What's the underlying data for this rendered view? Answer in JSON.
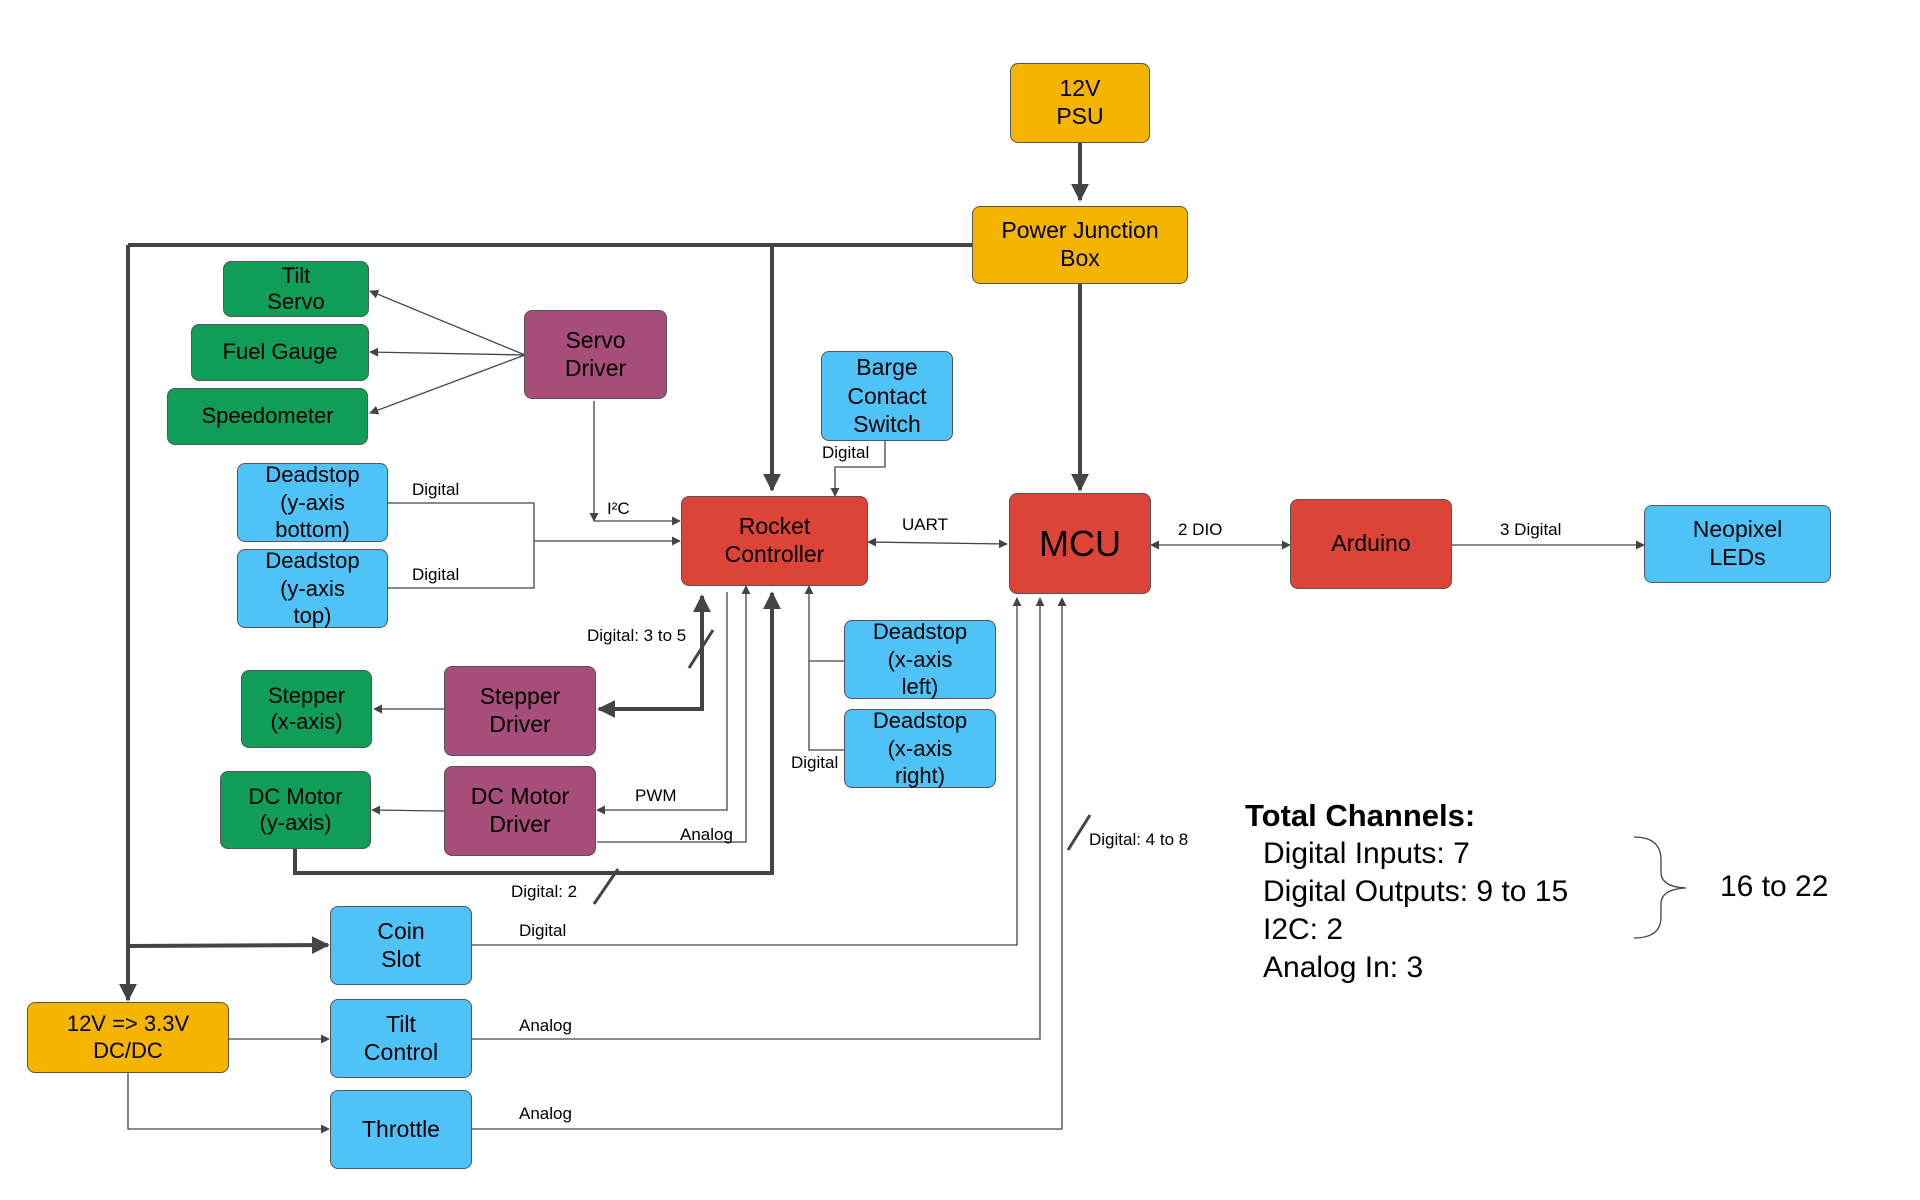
{
  "blocks": {
    "psu": "12V\nPSU",
    "power_junction": "Power Junction\nBox",
    "tilt_servo": "Tilt\nServo",
    "fuel_gauge": "Fuel Gauge",
    "speedometer": "Speedometer",
    "servo_driver": "Servo\nDriver",
    "barge_switch": "Barge\nContact\nSwitch",
    "deadstop_y_bottom": "Deadstop\n(y-axis\nbottom)",
    "deadstop_y_top": "Deadstop\n(y-axis\ntop)",
    "rocket_controller": "Rocket\nController",
    "mcu": "MCU",
    "arduino": "Arduino",
    "neopixel": "Neopixel\nLEDs",
    "deadstop_x_left": "Deadstop\n(x-axis\nleft)",
    "deadstop_x_right": "Deadstop\n(x-axis\nright)",
    "stepper": "Stepper\n(x-axis)",
    "stepper_driver": "Stepper\nDriver",
    "dc_motor": "DC Motor\n(y-axis)",
    "dc_motor_driver": "DC Motor\nDriver",
    "coin_slot": "Coin\nSlot",
    "dcdc": "12V => 3.3V\nDC/DC",
    "tilt_control": "Tilt\nControl",
    "throttle": "Throttle"
  },
  "labels": {
    "barge_digital": "Digital",
    "ybottom_digital": "Digital",
    "ytop_digital": "Digital",
    "i2c": "I²C",
    "uart": "UART",
    "dio": "2 DIO",
    "three_digital": "3 Digital",
    "digital_3_to_5": "Digital: 3 to 5",
    "xaxis_digital": "Digital",
    "pwm": "PWM",
    "analog_dc": "Analog",
    "digital_2": "Digital: 2",
    "digital_4_to_8": "Digital: 4 to 8",
    "coin_digital": "Digital",
    "tilt_analog": "Analog",
    "throttle_analog": "Analog"
  },
  "summary": {
    "title": "Total Channels:",
    "lines": [
      "Digital Inputs: 7",
      "Digital Outputs: 9 to 15",
      "I2C: 2",
      "Analog In: 3"
    ],
    "total": "16 to 22"
  },
  "colors": {
    "power": "#f4b400",
    "controller": "#db4437",
    "actuator": "#0f9d58",
    "driver": "#a64d79",
    "sensor": "#4fc3f7"
  }
}
